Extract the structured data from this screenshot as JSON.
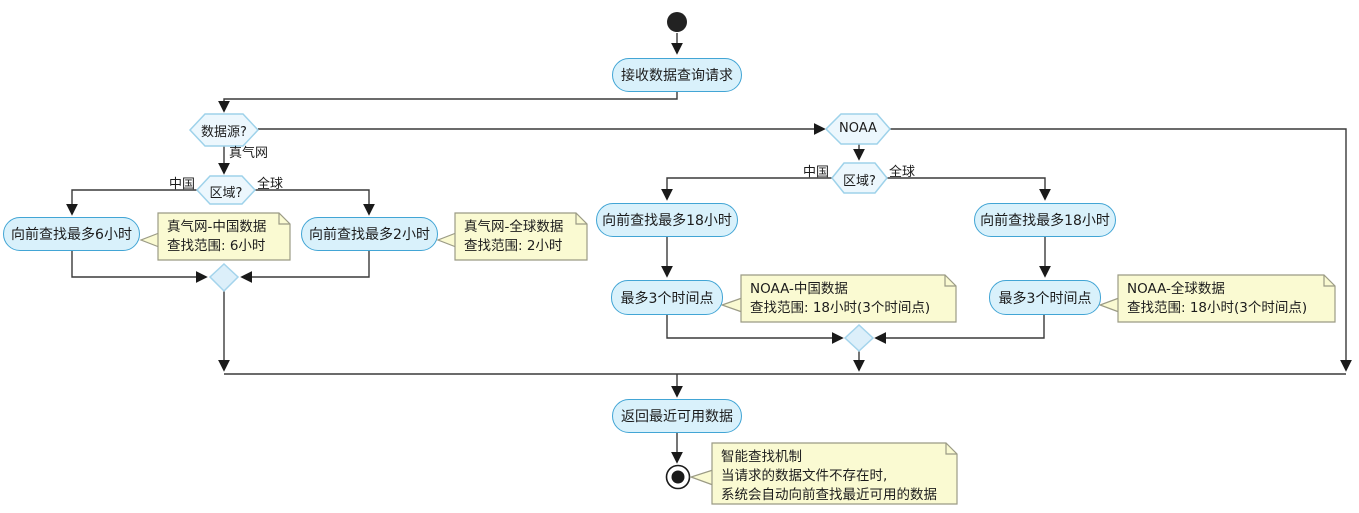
{
  "diagram_type": "activity-flowchart",
  "colors": {
    "background": "#ffffff",
    "activity_fill": "#d9f1fb",
    "activity_border": "#42a5d5",
    "hexagon_fill": "#ecf7fd",
    "hexagon_border": "#9ed2ea",
    "diamond_fill": "#dceffa",
    "diamond_border": "#a4d4ec",
    "note_fill": "#fafad2",
    "note_border": "#9b9b85",
    "edge_color": "#3a3a3a",
    "text_color": "#1c1c1c"
  },
  "nodes": {
    "receive": {
      "label": "接收数据查询请求"
    },
    "datasource_decision": {
      "label": "数据源?"
    },
    "noaa_decision": {
      "label": "NOAA"
    },
    "region_decision_left": {
      "label": "区域?"
    },
    "region_decision_right": {
      "label": "区域?"
    },
    "zq_china_search": {
      "label": "向前查找最多6小时"
    },
    "zq_global_search": {
      "label": "向前查找最多2小时"
    },
    "noaa_china_search": {
      "label": "向前查找最多18小时"
    },
    "noaa_global_search": {
      "label": "向前查找最多18小时"
    },
    "noaa_china_points": {
      "label": "最多3个时间点"
    },
    "noaa_global_points": {
      "label": "最多3个时间点"
    },
    "return_data": {
      "label": "返回最近可用数据"
    }
  },
  "edge_labels": {
    "datasource_zhenqiwang": "真气网",
    "region_left_china": "中国",
    "region_left_global": "全球",
    "region_right_china": "中国",
    "region_right_global": "全球"
  },
  "notes": {
    "zq_china": {
      "lines": [
        "真气网-中国数据",
        "查找范围: 6小时"
      ]
    },
    "zq_global": {
      "lines": [
        "真气网-全球数据",
        "查找范围: 2小时"
      ]
    },
    "noaa_china": {
      "lines": [
        "NOAA-中国数据",
        "查找范围: 18小时(3个时间点)"
      ]
    },
    "noaa_global": {
      "lines": [
        "NOAA-全球数据",
        "查找范围: 18小时(3个时间点)"
      ]
    },
    "mechanism": {
      "lines": [
        "智能查找机制",
        "当请求的数据文件不存在时,",
        "系统会自动向前查找最近可用的数据"
      ]
    }
  }
}
